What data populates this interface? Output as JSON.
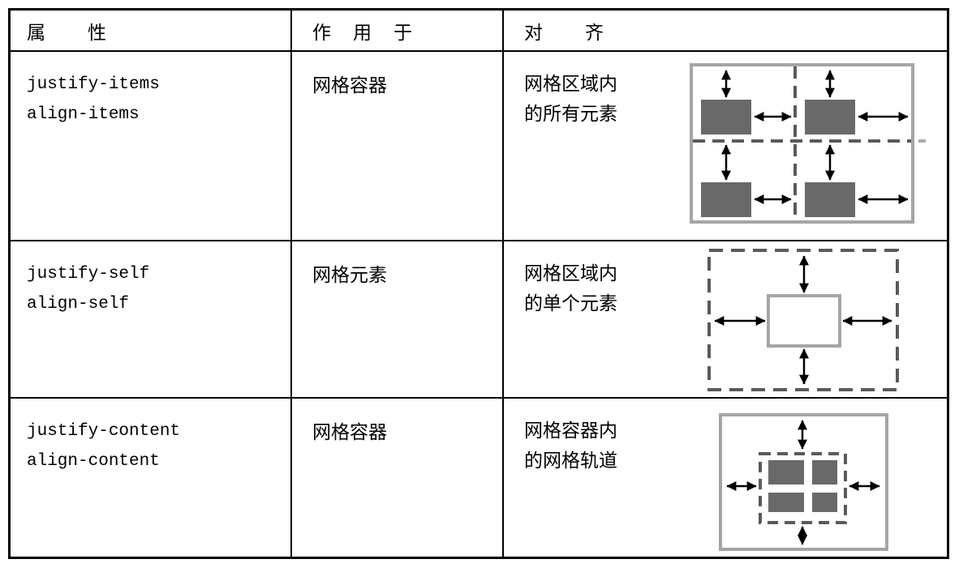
{
  "table": {
    "headers": {
      "property": "属　　性",
      "applies_to": "作　用　于",
      "alignment": "对　　齐"
    },
    "rows": [
      {
        "properties": [
          "justify-items",
          "align-items"
        ],
        "applies_to": "网格容器",
        "alignment_lines": [
          "网格区域内",
          "的所有元素"
        ],
        "diagram": "arrows-around-items-in-four-grid-areas"
      },
      {
        "properties": [
          "justify-self",
          "align-self"
        ],
        "applies_to": "网格元素",
        "alignment_lines": [
          "网格区域内",
          "的单个元素"
        ],
        "diagram": "arrows-around-single-item-in-grid-area"
      },
      {
        "properties": [
          "justify-content",
          "align-content"
        ],
        "applies_to": "网格容器",
        "alignment_lines": [
          "网格容器内",
          "的网格轨道"
        ],
        "diagram": "arrows-around-grid-tracks-in-container"
      }
    ]
  },
  "colors": {
    "table_border": "#000000",
    "text": "#000000",
    "diagram_frame": "#a5a5a5",
    "diagram_dashed_line": "#5a5a5a",
    "diagram_item_fill": "#696969",
    "diagram_arrow": "#000000",
    "background": "#ffffff"
  }
}
